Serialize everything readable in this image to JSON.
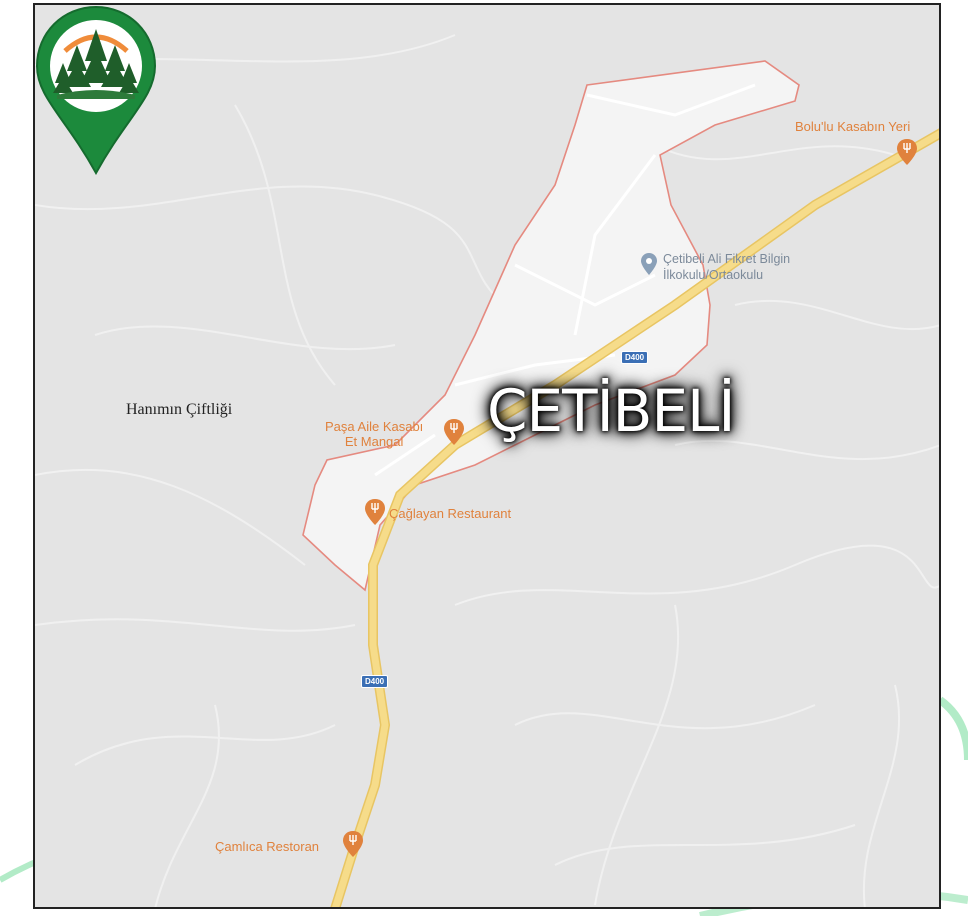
{
  "map": {
    "town_label": "ÇETİBELİ",
    "farm": {
      "label": "Hanımın Çiftliği",
      "icon": "map-pin-forest-icon"
    },
    "pois": [
      {
        "name": "Bolu'lu Kasabın Yeri",
        "icon": "restaurant-icon"
      },
      {
        "name": "Paşa Aile Kasabı",
        "name2": "Et Mangal",
        "icon": "restaurant-icon"
      },
      {
        "name": "Çağlayan Restaurant",
        "icon": "restaurant-icon"
      },
      {
        "name": "Çamlıca Restoran",
        "icon": "restaurant-icon"
      }
    ],
    "school": {
      "line1": "Çetibeli Ali Fikret Bilgin",
      "line2": "İlkokulu/Ortaokulu",
      "icon": "school-pin-icon"
    },
    "road_shields": [
      "D400",
      "D400"
    ],
    "colors": {
      "map_bg": "#e4e4e4",
      "town_area": "#f4f4f4",
      "boundary": "#e58a80",
      "highway": "#f6dc8a",
      "poi": "#e0823d",
      "pin_green": "#1c8a3c",
      "swoosh": "#22c55e"
    }
  }
}
